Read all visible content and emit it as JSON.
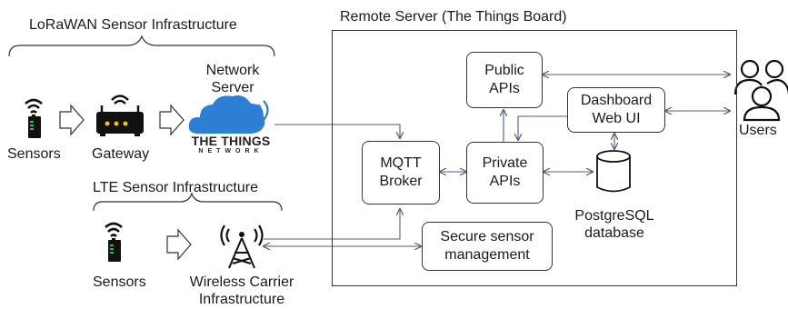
{
  "lorawan": {
    "title": "LoRaWAN Sensor Infrastructure",
    "sensors_label": "Sensors",
    "gateway_label": "Gateway",
    "network_server_line1": "Network",
    "network_server_line2": "Server",
    "ttn_logo_line1": "THE THINGS",
    "ttn_logo_line2": "NETWORK"
  },
  "lte": {
    "title": "LTE Sensor Infrastructure",
    "sensors_label": "Sensors",
    "carrier_line1": "Wireless Carrier",
    "carrier_line2": "Infrastructure"
  },
  "server": {
    "title": "Remote Server (The Things Board)",
    "public_apis": [
      "Public",
      "APIs"
    ],
    "dashboard": [
      "Dashboard",
      "Web UI"
    ],
    "mqtt": [
      "MQTT",
      "Broker"
    ],
    "private_apis": [
      "Private",
      "APIs"
    ],
    "secure": [
      "Secure sensor",
      "management"
    ],
    "postgres_line1": "PostgreSQL",
    "postgres_line2": "database"
  },
  "users_label": "Users",
  "colors": {
    "arrow": "#4a5f80",
    "cloud": "#2c7fd4",
    "logo_text": "#222222",
    "sensor_green": "#3db34a",
    "gateway_lights": "#f0c419"
  }
}
